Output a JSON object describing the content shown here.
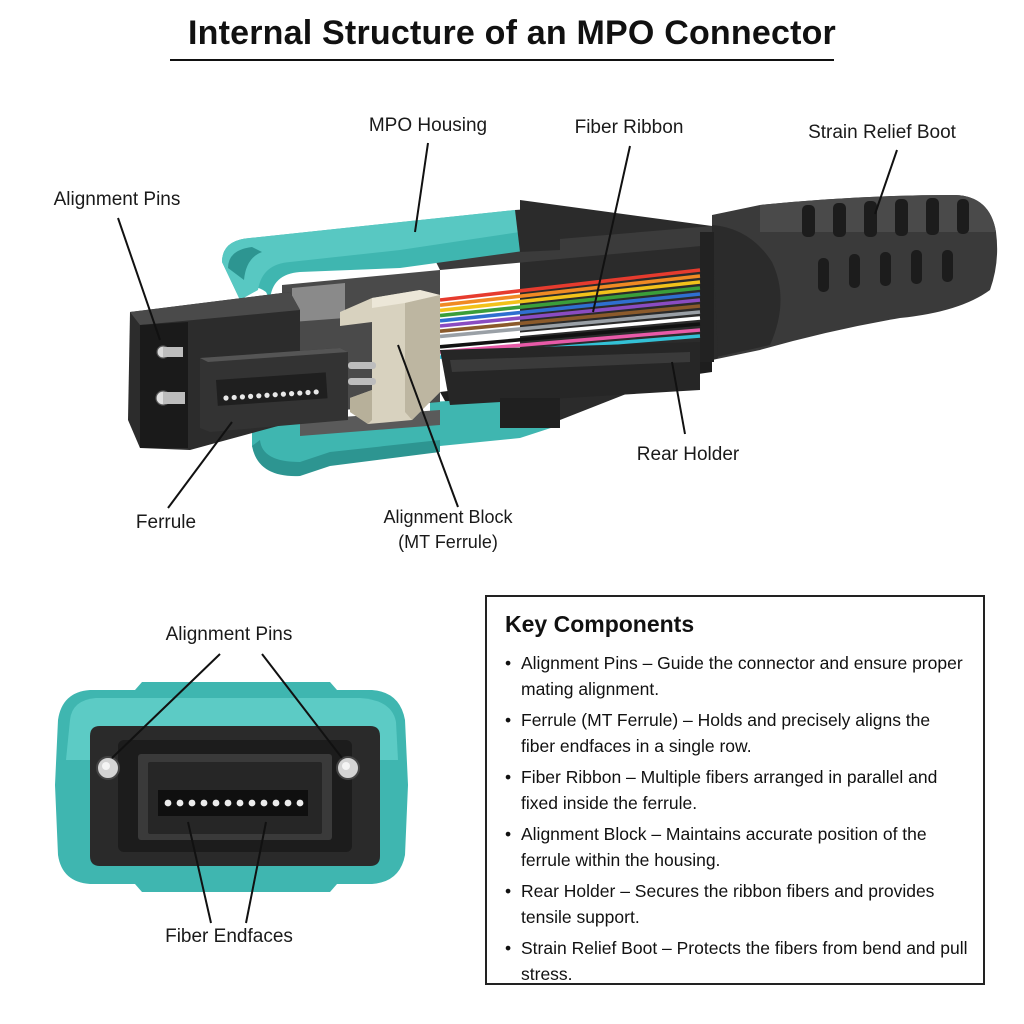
{
  "title": "Internal Structure of an MPO Connector",
  "cutaway_labels": {
    "mpo_housing": "MPO Housing",
    "fiber_ribbon": "Fiber Ribbon",
    "strain_relief_boot": "Strain Relief Boot",
    "alignment_pins": "Alignment Pins",
    "rear_holder": "Rear Holder",
    "ferrule": "Ferrule",
    "alignment_block_line1": "Alignment Block",
    "alignment_block_line2": "(MT Ferrule)"
  },
  "front_view_labels": {
    "alignment_pins": "Alignment Pins",
    "fiber_endfaces": "Fiber Endfaces"
  },
  "colors": {
    "housing_teal": "#3fb6b0",
    "body_dark": "#2a2a2a",
    "boot_dark": "#333333",
    "alignment_block": "#d8d2bf",
    "ribbon_fibers": [
      "#e63b2e",
      "#f08a24",
      "#f2c21b",
      "#3a9e3a",
      "#2f6fd0",
      "#8a4cc2",
      "#8b5a2b",
      "#9aa0a6",
      "#ffffff",
      "#111111",
      "#e85aa8",
      "#33c1d6"
    ]
  },
  "key_components": {
    "title": "Key Components",
    "items": [
      "Alignment Pins – Guide the connector and ensure proper mating alignment.",
      "Ferrule (MT Ferrule) – Holds and precisely aligns the fiber endfaces in a single row.",
      "Fiber Ribbon – Multiple fibers arranged in parallel and fixed inside the ferrule.",
      "Alignment Block – Maintains accurate position of the ferrule within the housing.",
      "Rear Holder – Secures the ribbon fibers and provides tensile support.",
      "Strain Relief Boot – Protects the fibers from bend and pull stress."
    ]
  }
}
